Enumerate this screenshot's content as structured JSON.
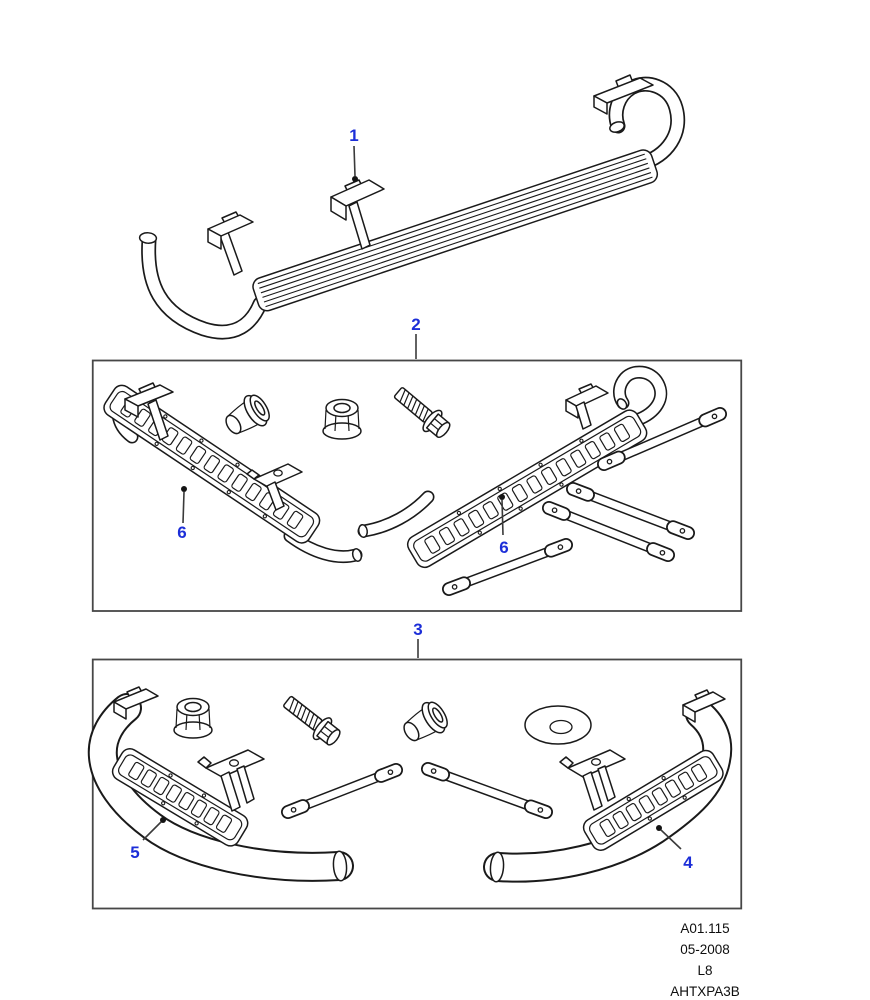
{
  "diagram": {
    "callouts": {
      "n1": "1",
      "n2": "2",
      "n3": "3",
      "n4": "4",
      "n5": "5",
      "n6a": "6",
      "n6b": "6"
    },
    "footer": {
      "line1": "A01.115",
      "line2": "05-2008",
      "line3": "L8",
      "line4": "AHTXPA3B"
    },
    "colors": {
      "callout_blue": "#1c2ed8",
      "line": "#1a1a1a",
      "box_border": "#474747",
      "background": "#ffffff"
    }
  }
}
